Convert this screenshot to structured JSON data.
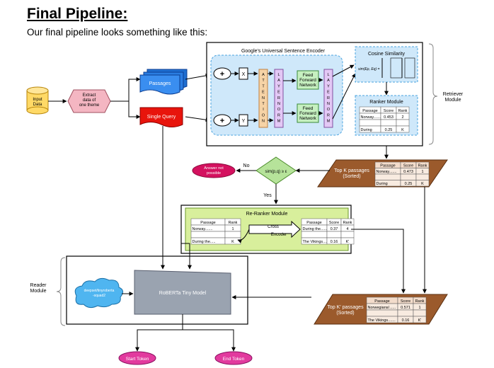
{
  "heading": {
    "title": "Final Pipeline:",
    "subtitle": "Our final pipeline looks something like this:"
  },
  "input": {
    "input_data": [
      "Input",
      "Data"
    ],
    "extract": [
      "Extract",
      "data of",
      "one theme"
    ],
    "passages": "Passages",
    "single_query": "Single Query"
  },
  "encoder": {
    "title": "Google's Universal Sentence Encoder",
    "x": "X",
    "y": "Y",
    "attention": "ATTENTION",
    "layernorm": "LAYERNORM",
    "ffn": [
      "Feed",
      "Forward",
      "Network"
    ],
    "plus": "+"
  },
  "cosine": {
    "title": "Cosine Similarity",
    "formula": "sim(Ep, Eq) ="
  },
  "ranker": {
    "title": "Ranker Module",
    "headers": [
      "Passage",
      "Score",
      "Rank"
    ],
    "rows": [
      [
        "Norway.......",
        "0.453",
        "2"
      ],
      [
        "",
        "",
        ""
      ],
      [
        "During",
        "0.25",
        "K"
      ]
    ]
  },
  "retriever_label": [
    "Retriever",
    "Module"
  ],
  "topk": {
    "label": [
      "Top K passages",
      "(Sorted)"
    ],
    "headers": [
      "Passage",
      "Score",
      "Rank"
    ],
    "rows": [
      [
        "Norway.......",
        "0.473",
        "1"
      ],
      [
        "",
        "",
        ""
      ],
      [
        "During",
        "0.25",
        "K"
      ]
    ]
  },
  "decision": {
    "condition": "sim(p,q) ≥ ε",
    "no": "No",
    "yes": "Yes",
    "answer_not_possible": [
      "Answer not",
      "possible"
    ]
  },
  "reranker": {
    "title": "Re-Ranker Module",
    "left_headers": [
      "Passage",
      "Rank"
    ],
    "left_rows": [
      [
        "Norway.......",
        "1"
      ],
      [
        "",
        ""
      ],
      [
        "During the.....",
        "K"
      ]
    ],
    "cross": "Cross",
    "encoder": "Encoder",
    "right_headers": [
      "Passage",
      "Score",
      "Rank"
    ],
    "right_rows": [
      [
        "During the.......",
        "0.37",
        "4"
      ],
      [
        "",
        "",
        ""
      ],
      [
        "The Vikings.......",
        "0.16",
        "K'"
      ]
    ]
  },
  "reader": {
    "label": [
      "Reader",
      "Module"
    ],
    "cloud": [
      "deepset/tinyroberta",
      "-squad2"
    ],
    "model": "RoBERTa Tiny Model",
    "start": "Start Token",
    "end": "End Token"
  },
  "topk2": {
    "label": [
      "Top K' passages",
      "(Sorted)"
    ],
    "headers": [
      "Passage",
      "Score",
      "Rank"
    ],
    "rows": [
      [
        "Norwegians/......",
        "0.571",
        "1"
      ],
      [
        "",
        "",
        ""
      ],
      [
        "The Vikings.......",
        "0.16",
        "K'"
      ]
    ]
  }
}
